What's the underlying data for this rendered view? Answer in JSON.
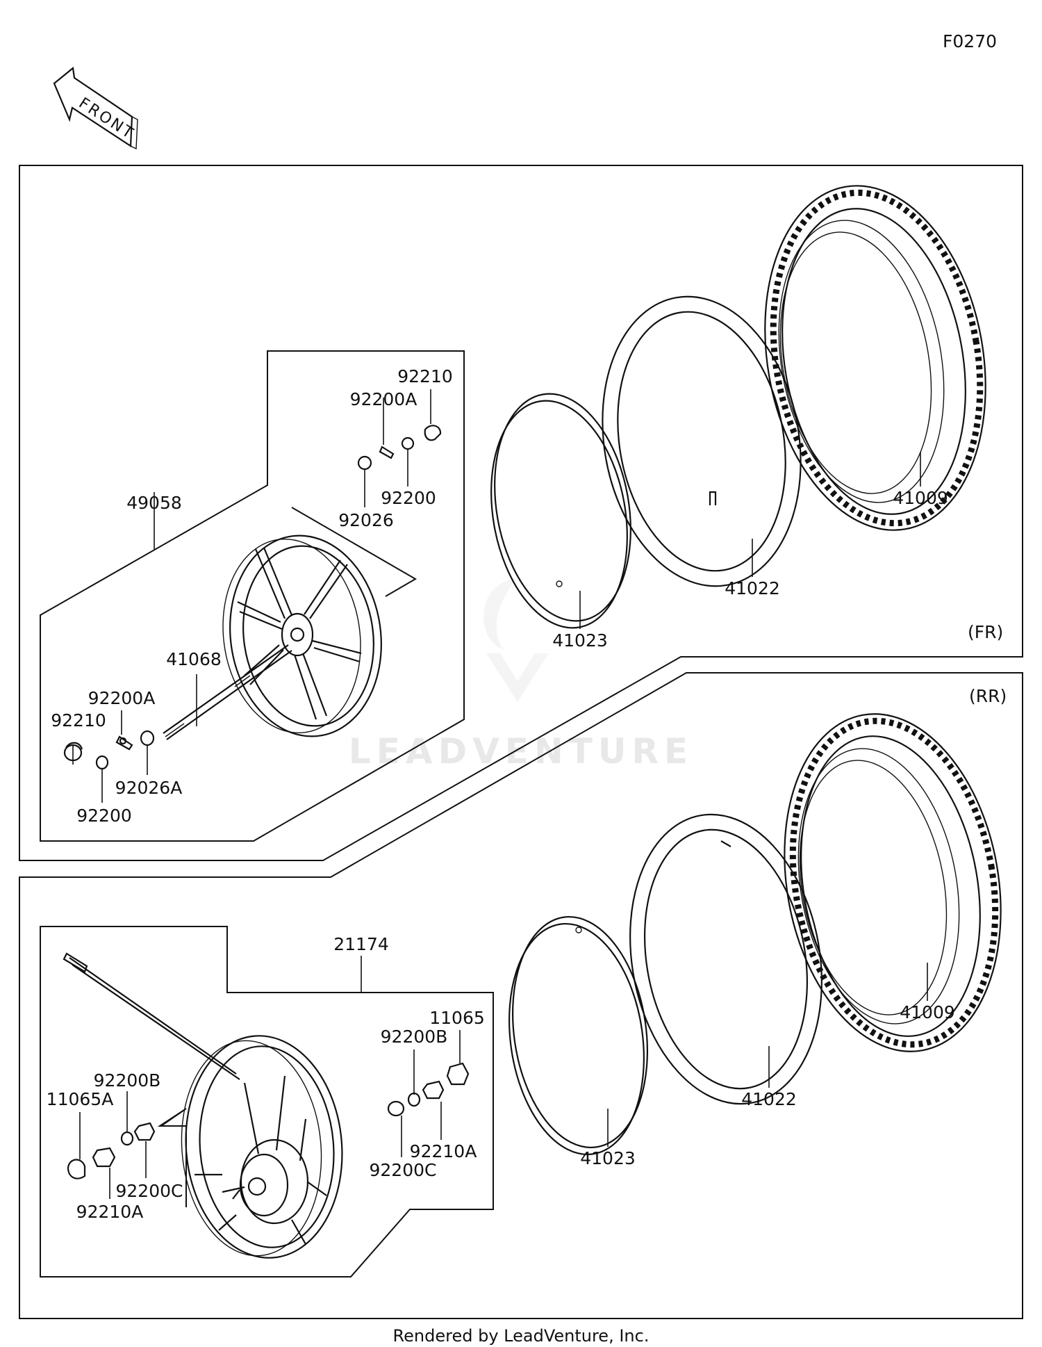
{
  "diagram_code": "F0270",
  "direction_label": "FRONT",
  "footer": "Rendered by LeadVenture, Inc.",
  "watermark": "LEADVENTURE",
  "sections": {
    "front": {
      "tag": "(FR)",
      "labels": {
        "p49058": "49058",
        "p92210_top": "92210",
        "p92200a_top": "92200A",
        "p92200_top": "92200",
        "p92026": "92026",
        "p41068": "41068",
        "p92200a_left": "92200A",
        "p92210_left": "92210",
        "p92026a": "92026A",
        "p92200_left": "92200",
        "p41023": "41023",
        "p41022": "41022",
        "p41009": "41009"
      }
    },
    "rear": {
      "tag": "(RR)",
      "labels": {
        "p21174": "21174",
        "p11065": "11065",
        "p92200b_right": "92200B",
        "p92210a_right": "92210A",
        "p92200c_right": "92200C",
        "p92200b_left": "92200B",
        "p11065a": "11065A",
        "p92200c_left": "92200C",
        "p92210a_left": "92210A",
        "p41023": "41023",
        "p41022": "41022",
        "p41009": "41009"
      }
    }
  }
}
